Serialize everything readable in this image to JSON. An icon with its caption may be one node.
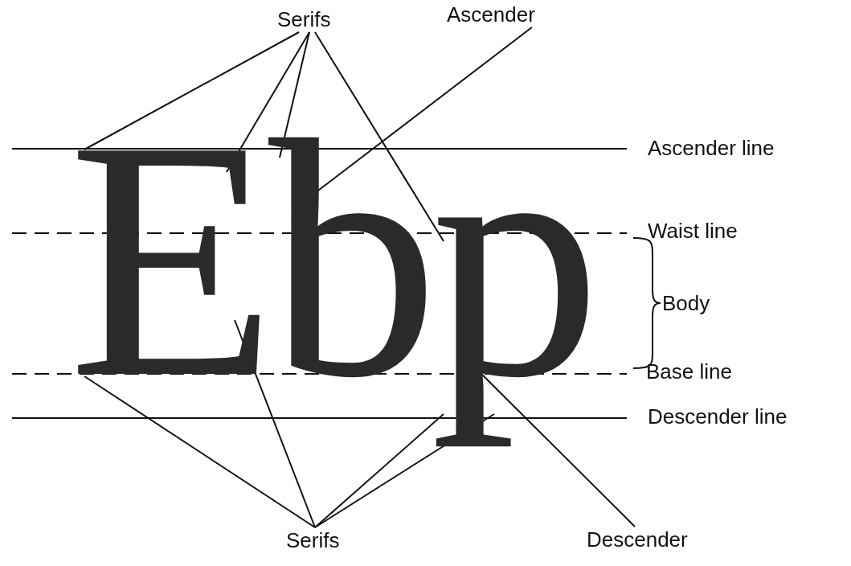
{
  "diagram": {
    "nodes": [
      {
        "text": [
          "Serifs"
        ]
      },
      {
        "text": [
          "Ascender"
        ]
      },
      {
        "text": [
          "Serifs"
        ]
      },
      {
        "text": [
          "Descender"
        ]
      },
      {
        "text": [
          "E"
        ]
      },
      {
        "text": [
          "b"
        ]
      },
      {
        "text": [
          "p"
        ]
      }
    ],
    "edges": [
      {
        "from": 0,
        "to": 4,
        "arrow": "none"
      },
      {
        "from": 0,
        "to": 4,
        "arrow": "none"
      },
      {
        "from": 0,
        "to": 5,
        "arrow": "none"
      },
      {
        "from": 0,
        "to": 6,
        "arrow": "none"
      },
      {
        "from": 1,
        "to": 5,
        "arrow": "none"
      },
      {
        "from": 2,
        "to": 4,
        "arrow": "none"
      },
      {
        "from": 2,
        "to": 4,
        "arrow": "none"
      },
      {
        "from": 2,
        "to": 6,
        "arrow": "none"
      },
      {
        "from": 2,
        "to": 6,
        "arrow": "none"
      },
      {
        "from": 3,
        "to": 6,
        "arrow": "none"
      }
    ],
    "labels": [
      "Ascender line",
      "Waist line",
      "Body",
      "Base line",
      "Descender line"
    ]
  }
}
